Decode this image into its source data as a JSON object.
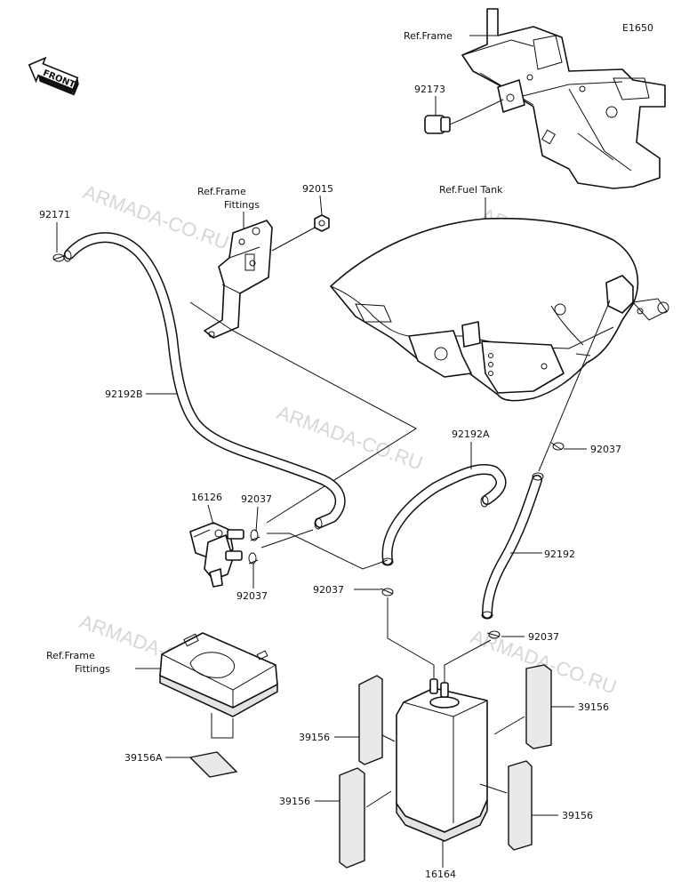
{
  "diagram_code": "E1650",
  "front_label": "FRONT",
  "watermark": "ARMADA-CO.RU",
  "labels": {
    "ref_frame_top": "Ref.Frame",
    "part_92173": "92173",
    "ref_frame_fittings_1": "Ref.Frame",
    "ref_frame_fittings_2": "Fittings",
    "part_92015": "92015",
    "ref_fuel_tank": "Ref.Fuel Tank",
    "part_92171": "92171",
    "part_92192B": "92192B",
    "part_92192A": "92192A",
    "part_92037_right_top": "92037",
    "part_16126": "16126",
    "part_92037_valve_top": "92037",
    "part_92037_valve_bottom": "92037",
    "part_92192": "92192",
    "part_92037_center": "92037",
    "part_92037_right_mid": "92037",
    "ref_frame_fittings_b1": "Ref.Frame",
    "ref_frame_fittings_b2": "Fittings",
    "part_39156_tr": "39156",
    "part_39156_ml": "39156",
    "part_39156A": "39156A",
    "part_39156_bl": "39156",
    "part_39156_br": "39156",
    "part_16164": "16164"
  }
}
